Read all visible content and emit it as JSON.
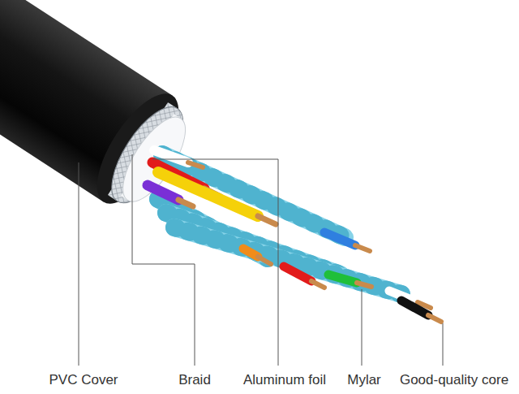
{
  "diagram": {
    "labels": [
      "PVC Cover",
      "Braid",
      "Aluminum foil",
      "Mylar",
      "Good-quality core"
    ]
  }
}
